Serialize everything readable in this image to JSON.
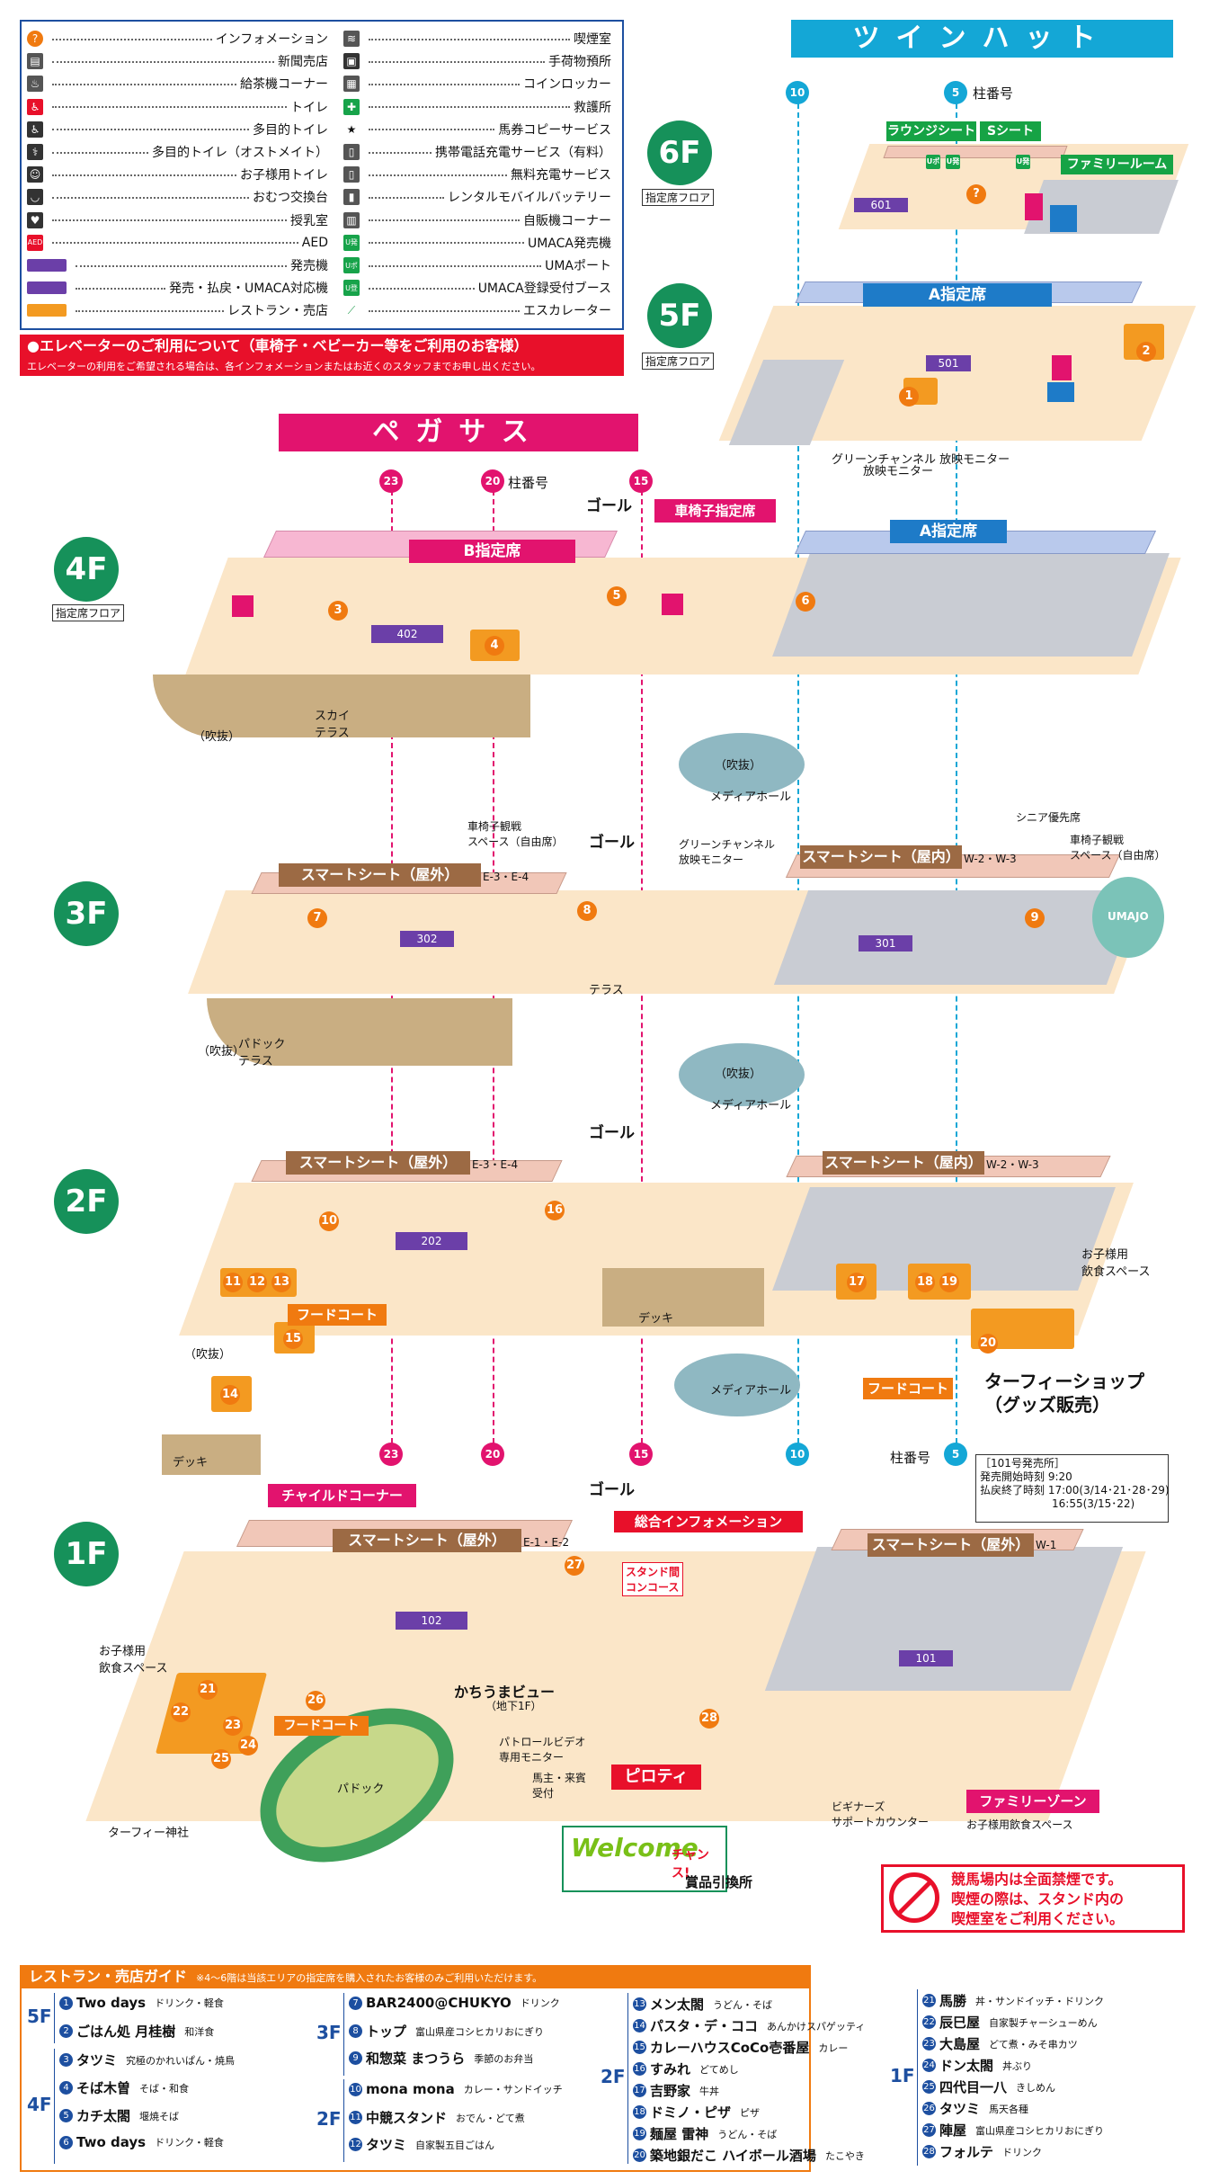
{
  "legend": {
    "items": [
      {
        "icon": "info-icon",
        "label": "インフォメーション",
        "color": "#f07a10"
      },
      {
        "icon": "newspaper-icon",
        "label": "新聞売店",
        "color": "#555555"
      },
      {
        "icon": "tea-icon",
        "label": "給茶機コーナー",
        "color": "#555555"
      },
      {
        "icon": "toilet-icon",
        "label": "トイレ",
        "color": "#e8102a"
      },
      {
        "icon": "accessible-icon",
        "label": "多目的トイレ",
        "color": "#333333"
      },
      {
        "icon": "ostomate-icon",
        "label": "多目的トイレ（オストメイト）",
        "color": "#333333"
      },
      {
        "icon": "kids-toilet-icon",
        "label": "お子様用トイレ",
        "color": "#333333"
      },
      {
        "icon": "diaper-icon",
        "label": "おむつ交換台",
        "color": "#333333"
      },
      {
        "icon": "nursing-icon",
        "label": "授乳室",
        "color": "#333333"
      },
      {
        "icon": "aed-icon",
        "label": "AED",
        "color": "#e8102a"
      },
      {
        "icon": "ticket-machine-icon",
        "label": "発売機",
        "color": "#6b3fa8"
      },
      {
        "icon": "payout-machine-icon",
        "label": "発売・払戻・UMACA対応機",
        "color": "#6b3fa8"
      },
      {
        "icon": "restaurant-icon",
        "label": "レストラン・売店",
        "color": "#f39a21"
      },
      {
        "icon": "smoking-icon",
        "label": "喫煙室",
        "color": "#555555"
      },
      {
        "icon": "luggage-icon",
        "label": "手荷物預所",
        "color": "#333333"
      },
      {
        "icon": "locker-icon",
        "label": "コインロッカー",
        "color": "#555555"
      },
      {
        "icon": "first-aid-icon",
        "label": "救護所",
        "color": "#17a34a"
      },
      {
        "icon": "star-icon",
        "label": "馬券コピーサービス",
        "color": "#111111"
      },
      {
        "icon": "phone-charge-icon",
        "label": "携帯電話充電サービス（有料）",
        "color": "#555555"
      },
      {
        "icon": "free-charge-icon",
        "label": "無料充電サービス",
        "color": "#555555"
      },
      {
        "icon": "battery-icon",
        "label": "レンタルモバイルバッテリー",
        "color": "#555555"
      },
      {
        "icon": "vending-icon",
        "label": "自販機コーナー",
        "color": "#555555"
      },
      {
        "icon": "umaca-sale-icon",
        "label": "UMACA発売機",
        "color": "#17a34a"
      },
      {
        "icon": "umaport-icon",
        "label": "UMAポート",
        "color": "#17a34a"
      },
      {
        "icon": "umaca-reg-icon",
        "label": "UMACA登録受付ブース",
        "color": "#17a34a"
      },
      {
        "icon": "escalator-icon",
        "label": "エスカレーター",
        "color": "#2fa35a"
      }
    ],
    "umaca_sale_glyph": "U発",
    "umaport_glyph": "Uポ",
    "umaca_reg_glyph": "U登",
    "aed_glyph": "AED"
  },
  "elevator": {
    "title": "●エレベーターのご利用について（車椅子・ベビーカー等をご利用のお客様）",
    "note": "エレベーターの利用をご希望される場合は、各インフォメーションまたはお近くのスタッフまでお申し出ください。"
  },
  "buildings": {
    "twinhat": "ツインハット",
    "pegasus": "ペガサス"
  },
  "floors": {
    "f6": {
      "label": "6F",
      "note": "指定席フロア"
    },
    "f5": {
      "label": "5F",
      "note": "指定席フロア"
    },
    "f4": {
      "label": "4F",
      "note": "指定席フロア"
    },
    "f3": {
      "label": "3F"
    },
    "f2": {
      "label": "2F"
    },
    "f1": {
      "label": "1F"
    }
  },
  "pillars": {
    "label": "柱番号",
    "p10": "10",
    "p5": "5",
    "p23": "23",
    "p20": "20",
    "p15": "15"
  },
  "map_labels": {
    "lounge": "ラウンジシート",
    "s_seat": "Sシート",
    "family_room": "ファミリールーム",
    "a_seat": "A指定席",
    "b_seat": "B指定席",
    "wheelchair_seat": "車椅子指定席",
    "goal": "ゴール",
    "green_channel": "グリーンチャンネル\n放映モニター",
    "green_channel_5f": "グリーンチャンネル\n放映モニター",
    "sky_terrace": "スカイ\nテラス",
    "fukinuke": "（吹抜）",
    "media_hall": "メディアホール",
    "smart_outer_3f": "スマートシート（屋外）",
    "smart_outer_3f_sub": "E-3・E-4",
    "smart_inner_3f": "スマートシート（屋内）",
    "smart_inner_3f_sub": "W-2・W-3",
    "smart_outer_2f": "スマートシート（屋外）",
    "smart_outer_2f_sub": "E-3・E-4",
    "smart_inner_2f": "スマートシート（屋内）",
    "smart_inner_2f_sub": "W-2・W-3",
    "smart_outer_1f": "スマートシート（屋外）",
    "smart_outer_1f_sub": "E-1・E-2",
    "smart_outer_1f_w": "スマートシート（屋外）",
    "smart_outer_1f_w_sub": "W-1",
    "wheelchair_view": "車椅子観戦\nスペース（自由席）",
    "senior": "シニア優先席",
    "terrace": "テラス",
    "paddock_terrace": "パドック\nテラス",
    "deck": "デッキ",
    "food_court": "フードコート",
    "kids_food": "お子様用\n飲食スペース",
    "turfy_shop": "ターフィーショップ\n（グッズ販売）",
    "ticket_101_title": "［101号発売所］",
    "ticket_101_start": "発売開始時刻 9:20",
    "ticket_101_end": "払戻終了時刻 17:00(3/14･21･28･29)",
    "ticket_101_end2": "16:55(3/15･22)",
    "child_corner": "チャイルドコーナー",
    "general_info": "総合インフォメーション",
    "stand_concourse": "スタンド間\nコンコース",
    "kachiuma": "かちうまビュー",
    "kachiuma_sub": "（地下1F）",
    "patrol_video": "パトロールビデオ\n専用モニター",
    "owner_reception": "馬主・来賓\n受付",
    "piloti": "ピロティ",
    "paddock": "パドック",
    "turfy_shrine": "ターフィー神社",
    "beginners": "ビギナーズ\nサポートカウンター",
    "family_zone": "ファミリーゾーン",
    "family_zone_sub": "お子様用飲食スペース",
    "welcome": "Welcome",
    "welcome_chance": "チャンス!",
    "prize_exchange": "賞品引換所",
    "umajo": "UMAJO",
    "rooms": {
      "r601": "601",
      "r501": "501",
      "r402": "402",
      "r302": "302",
      "r301": "301",
      "r202": "202",
      "r102": "102",
      "r101": "101"
    }
  },
  "no_smoking": {
    "line1": "競馬場内は全面禁煙です。",
    "line2": "喫煙の際は、スタンド内の",
    "line3": "喫煙室をご利用ください。"
  },
  "guide": {
    "title": "レストラン・売店ガイド",
    "note": "※4〜6階は当該エリアの指定席を購入されたお客様のみご利用いただけます。",
    "groups": [
      {
        "floor": "5F",
        "items": [
          {
            "n": "1",
            "name": "Two days",
            "desc": "ドリンク・軽食"
          },
          {
            "n": "2",
            "name": "ごはん処 月桂樹",
            "desc": "和洋食"
          }
        ]
      },
      {
        "floor": "4F",
        "items": [
          {
            "n": "3",
            "name": "タツミ",
            "desc": "究極のかれいぱん・焼鳥"
          },
          {
            "n": "4",
            "name": "そば木曽",
            "desc": "そば・和食"
          },
          {
            "n": "5",
            "name": "カチ太閤",
            "desc": "堰焼そば"
          },
          {
            "n": "6",
            "name": "Two days",
            "desc": "ドリンク・軽食"
          }
        ]
      },
      {
        "floor": "3F",
        "items": [
          {
            "n": "7",
            "name": "BAR2400@CHUKYO",
            "desc": "ドリンク"
          },
          {
            "n": "8",
            "name": "トップ",
            "desc": "富山県産コシヒカリおにぎり"
          },
          {
            "n": "9",
            "name": "和惣菜 まつうら",
            "desc": "季節のお弁当"
          }
        ]
      },
      {
        "floor": "2F",
        "items": [
          {
            "n": "10",
            "name": "mona mona",
            "desc": "カレー・サンドイッチ"
          },
          {
            "n": "11",
            "name": "中競スタンド",
            "desc": "おでん・どて煮"
          },
          {
            "n": "12",
            "name": "タツミ",
            "desc": "自家製五目ごはん"
          }
        ]
      },
      {
        "floor": "2F",
        "items": [
          {
            "n": "13",
            "name": "メン太閤",
            "desc": "うどん・そば"
          },
          {
            "n": "14",
            "name": "パスタ・デ・ココ",
            "desc": "あんかけスパゲッティ"
          },
          {
            "n": "15",
            "name": "カレーハウスCoCo壱番屋",
            "desc": "カレー"
          },
          {
            "n": "16",
            "name": "すみれ",
            "desc": "どてめし"
          },
          {
            "n": "17",
            "name": "吉野家",
            "desc": "牛丼"
          },
          {
            "n": "18",
            "name": "ドミノ・ピザ",
            "desc": "ピザ"
          },
          {
            "n": "19",
            "name": "麺屋 雷神",
            "desc": "うどん・そば"
          },
          {
            "n": "20",
            "name": "築地銀だこ ハイボール酒場",
            "desc": "たこやき"
          }
        ]
      },
      {
        "floor": "1F",
        "items": [
          {
            "n": "21",
            "name": "馬勝",
            "desc": "丼・サンドイッチ・ドリンク"
          },
          {
            "n": "22",
            "name": "辰巳屋",
            "desc": "自家製チャーシューめん"
          },
          {
            "n": "23",
            "name": "大島屋",
            "desc": "どて煮・みそ串カツ"
          },
          {
            "n": "24",
            "name": "ドン太閤",
            "desc": "丼ぶり"
          },
          {
            "n": "25",
            "name": "四代目一八",
            "desc": "きしめん"
          },
          {
            "n": "26",
            "name": "タツミ",
            "desc": "馬天各種"
          },
          {
            "n": "27",
            "name": "陣屋",
            "desc": "富山県産コシヒカリおにぎり"
          },
          {
            "n": "28",
            "name": "フォルテ",
            "desc": "ドリンク"
          }
        ]
      }
    ]
  },
  "colors": {
    "green": "#16915a",
    "pink": "#e2136e",
    "cyan": "#14a7d6",
    "orange": "#f07a10",
    "purple": "#6b3fa8",
    "red": "#e8102a",
    "navy": "#1d4fa0"
  }
}
